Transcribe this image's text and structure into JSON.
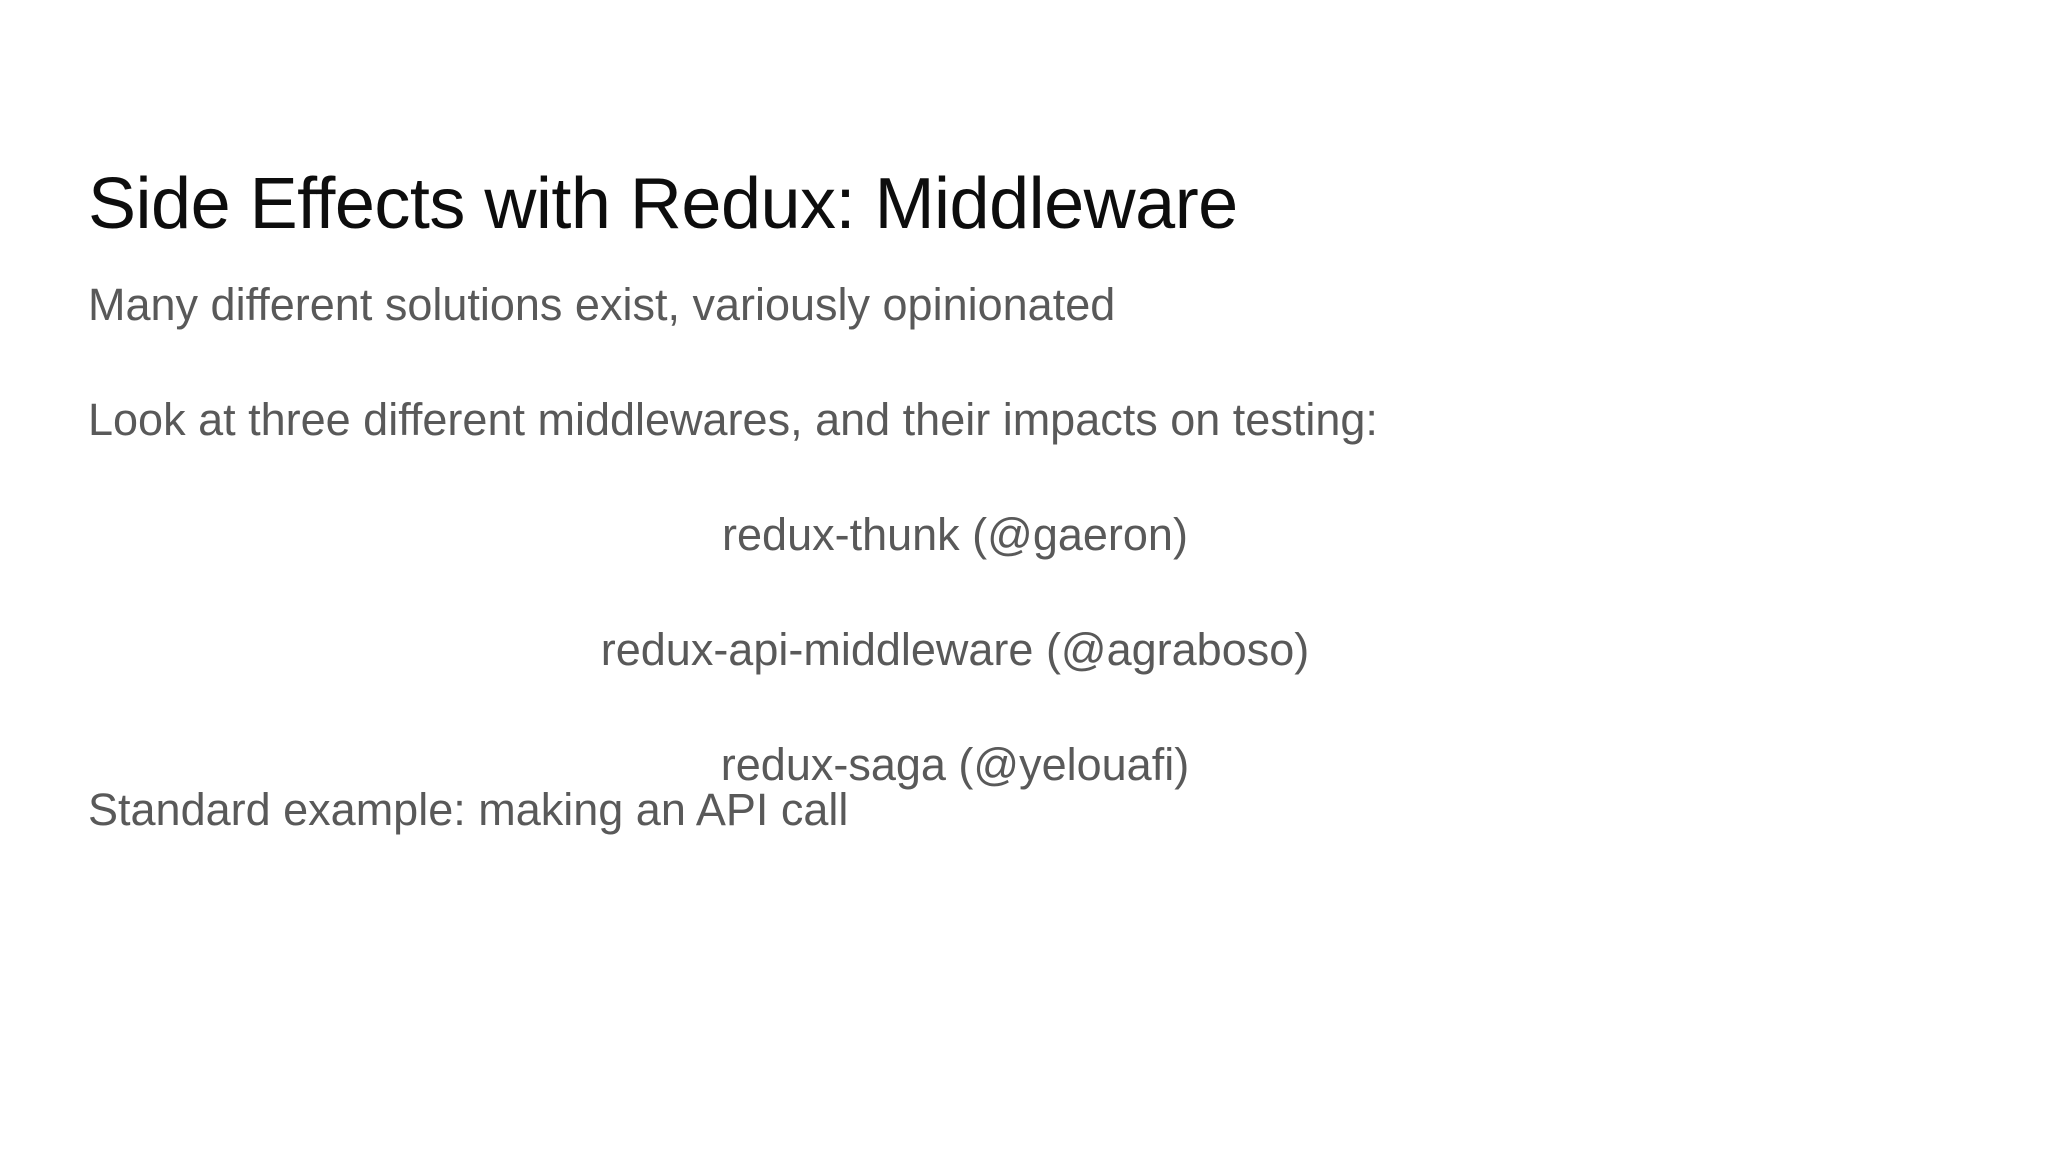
{
  "slide": {
    "title": "Side Effects with Redux: Middleware",
    "background_color": "#ffffff",
    "title_color": "#0d0d0d",
    "body_color": "#595959",
    "body_lines": [
      {
        "text": "Many different solutions exist, variously opinionated",
        "align": "left"
      },
      {
        "text": "Look at three different middlewares, and their impacts on testing:",
        "align": "left"
      },
      {
        "text": "redux-thunk (@gaeron)",
        "align": "center"
      },
      {
        "text": "redux-api-middleware (@agraboso)",
        "align": "center"
      },
      {
        "text": "redux-saga (@yelouafi)",
        "align": "center"
      },
      {
        "text": "Standard example: making an API call",
        "align": "left"
      }
    ]
  }
}
